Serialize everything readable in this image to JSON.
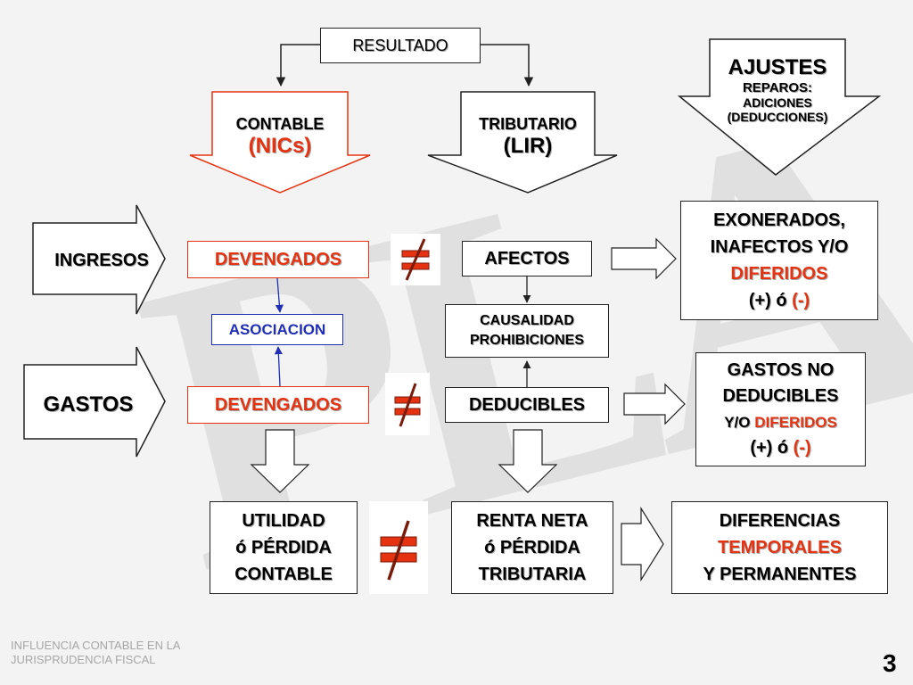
{
  "resultado": "RESULTADO",
  "contable": {
    "line1": "CONTABLE",
    "line2": "(NICs)"
  },
  "tributario": {
    "line1": "TRIBUTARIO",
    "line2": "(LIR)"
  },
  "ajustes": {
    "line1": "AJUSTES",
    "line2": "REPAROS:",
    "line3": "ADICIONES",
    "line4": "(DEDUCCIONES)"
  },
  "ingresos": "INGRESOS",
  "gastos": "GASTOS",
  "devengados_1": "DEVENGADOS",
  "devengados_2": "DEVENGADOS",
  "asociacion": "ASOCIACION",
  "afectos": "AFECTOS",
  "causalidad": {
    "line1": "CAUSALIDAD",
    "line2": "PROHIBICIONES"
  },
  "deducibles": "DEDUCIBLES",
  "exonerados": {
    "line1": "EXONERADOS,",
    "line2": "INAFECTOS Y/O",
    "line3": "DIFERIDOS",
    "plus": "(+) ó",
    "minus": "(-)"
  },
  "gastos_no": {
    "line1": "GASTOS NO",
    "line2": "DEDUCIBLES",
    "line3a": "Y/O",
    "line3b": "DIFERIDOS",
    "plus": "(+) ó",
    "minus": "(-)"
  },
  "utilidad": {
    "line1": "UTILIDAD",
    "line2": "ó PÉRDIDA",
    "line3": "CONTABLE"
  },
  "renta": {
    "line1": "RENTA NETA",
    "line2": "ó PÉRDIDA",
    "line3": "TRIBUTARIA"
  },
  "diferencias": {
    "line1": "DIFERENCIAS",
    "line2": "TEMPORALES",
    "line3": "Y PERMANENTES"
  },
  "watermark": "PLA",
  "footer": {
    "line1": "INFLUENCIA CONTABLE EN LA",
    "line2": "JURISPRUDENCIA FISCAL"
  },
  "page_number": "3",
  "colors": {
    "accent_red": "#e53312",
    "link_blue": "#1e2fb5",
    "not_equal_red": "#e53312"
  },
  "icons": [
    "not-equal-icon",
    "arrow-right-icon",
    "arrow-down-icon"
  ]
}
